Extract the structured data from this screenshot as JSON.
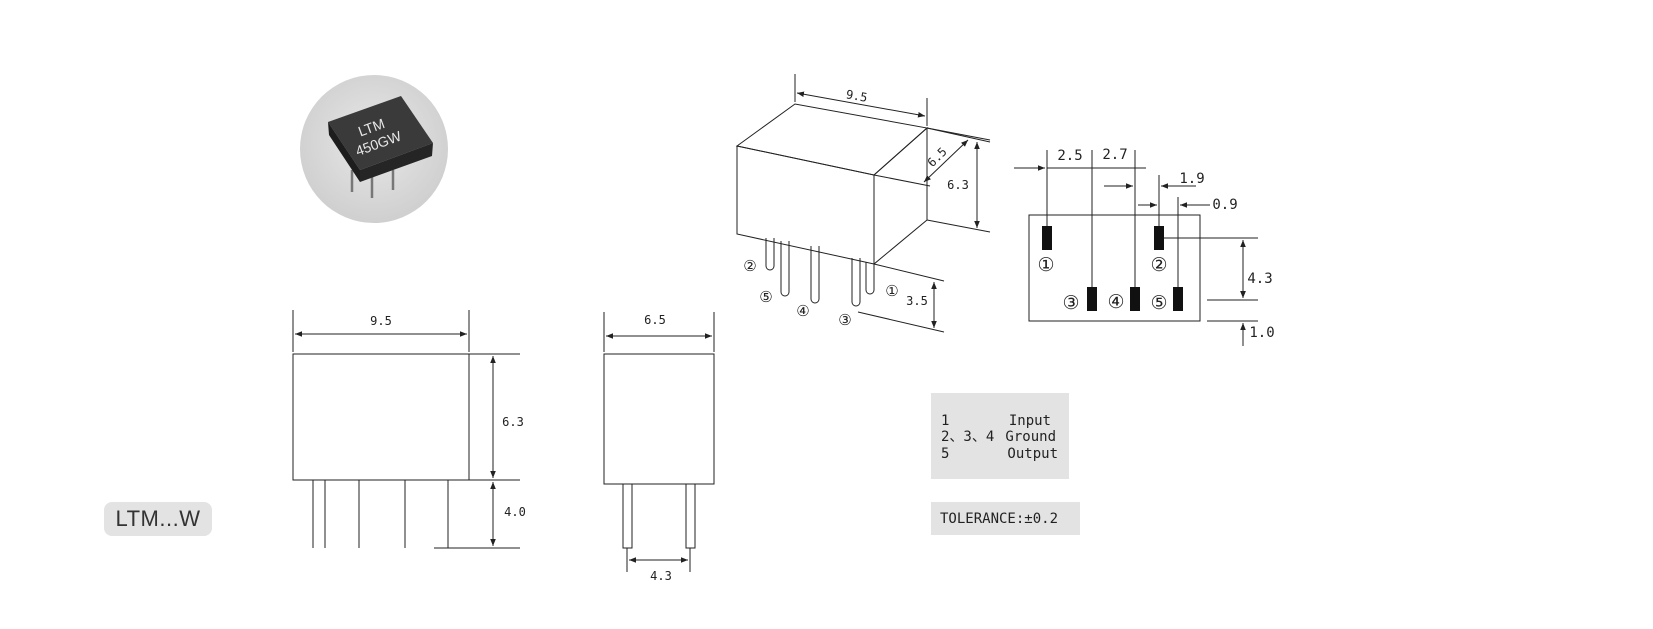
{
  "series_tag": "LTM...W",
  "product_marking": {
    "line1": "LTM",
    "line2": "450GW"
  },
  "front_view": {
    "width": "9.5",
    "height": "6.3",
    "pin_length": "4.0"
  },
  "side_view": {
    "width": "6.5",
    "pin_spacing": "4.3"
  },
  "iso_view": {
    "length": "9.5",
    "depth": "6.5",
    "height": "6.3",
    "pin_length": "3.5"
  },
  "footprint": {
    "dim_a": "2.5",
    "dim_b": "2.7",
    "dim_c": "1.9",
    "dim_d": "0.9",
    "dim_e": "4.3",
    "dim_f": "1.0"
  },
  "pin_markers": {
    "p1": "①",
    "p2": "②",
    "p3": "③",
    "p4": "④",
    "p5": "⑤"
  },
  "pin_table": {
    "rows": [
      {
        "pin": "1",
        "name": "Input"
      },
      {
        "pin": "2、3、4",
        "name": "Ground"
      },
      {
        "pin": "5",
        "name": "Output"
      }
    ]
  },
  "tolerance": "TOLERANCE:±0.2",
  "colors": {
    "line": "#222222",
    "panel": "#e3e3e3",
    "photo_bg": "#d9d9d9",
    "component": "#2a2a2a"
  }
}
